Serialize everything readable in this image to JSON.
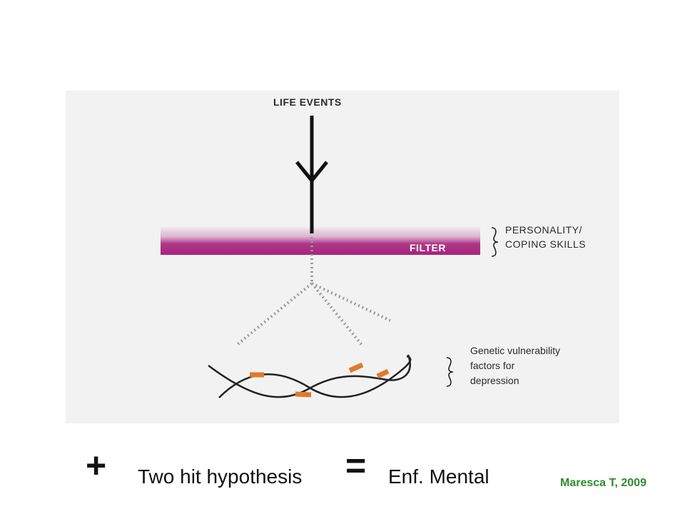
{
  "diagram": {
    "life_events": "LIFE EVENTS",
    "filter": "FILTER",
    "personality_lines": [
      "PERSONALITY/",
      "COPING SKILLS"
    ],
    "genetic_lines": [
      "Genetic vulnerability",
      "factors for",
      "depression"
    ],
    "colors": {
      "filter": "#a8237e",
      "gene_marker": "#e07a2a",
      "background": "#f2f2f2"
    }
  },
  "footer": {
    "plus": "+",
    "hypothesis": "Two hit hypothesis",
    "equals": "=",
    "result": "Enf. Mental",
    "credit": "Maresca T, 2009",
    "credit_color": "#2e8b2e"
  }
}
